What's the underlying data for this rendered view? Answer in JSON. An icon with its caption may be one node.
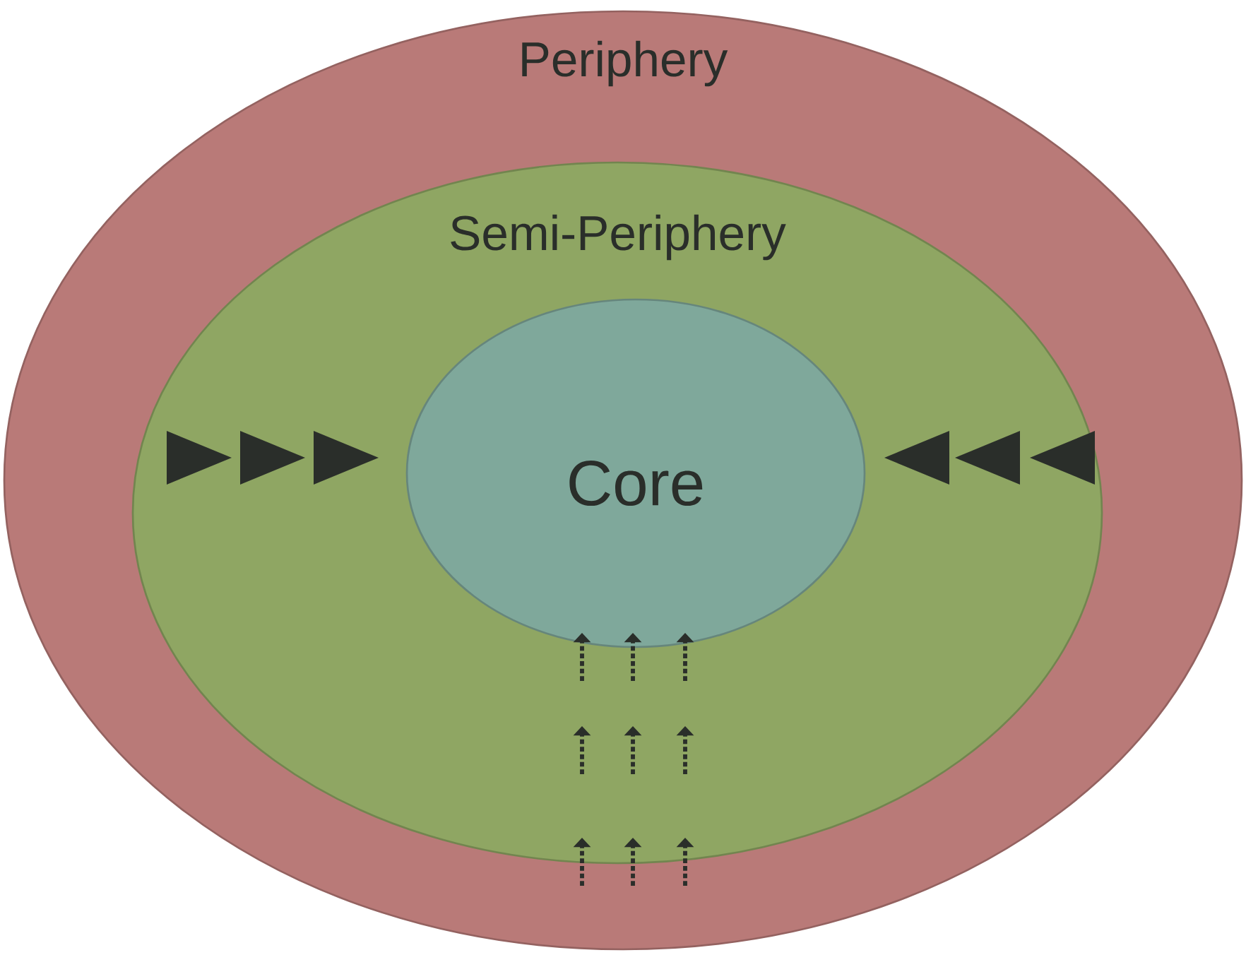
{
  "diagram": {
    "nodes": [
      {
        "text": [
          "Periphery"
        ]
      },
      {
        "text": [
          "Semi-Periphery"
        ],
        "in": 0
      },
      {
        "text": [
          "Core"
        ],
        "in": 1
      }
    ]
  }
}
